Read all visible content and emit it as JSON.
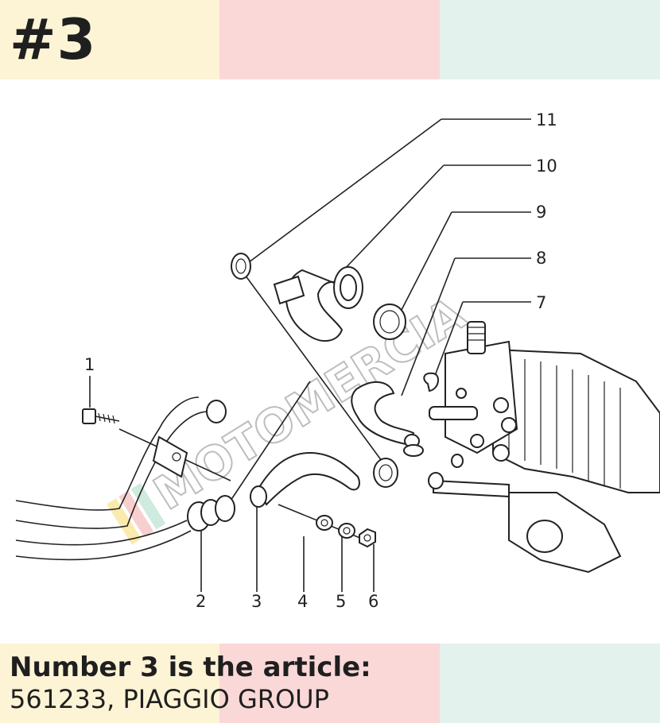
{
  "badge": "#3",
  "caption": {
    "heading": "Number 3 is the article:",
    "article": "561233, PIAGGIO GROUP"
  },
  "diagram": {
    "watermark": "MOTOMERCIA",
    "callouts": [
      "1",
      "2",
      "3",
      "4",
      "5",
      "6",
      "7",
      "8",
      "9",
      "10",
      "11"
    ]
  },
  "colors": {
    "band_yellow": "#fdf4d6",
    "band_pink": "#fad8d8",
    "band_green": "#e3f2ec",
    "text": "#1f1f1f"
  }
}
